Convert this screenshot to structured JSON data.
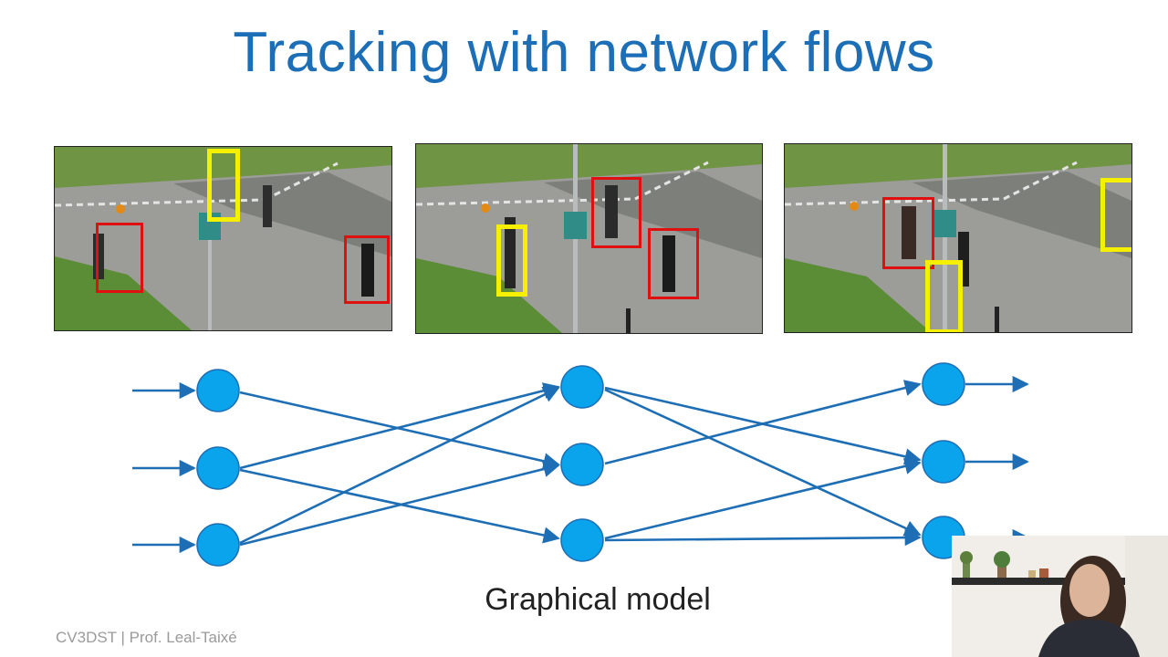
{
  "slide": {
    "title": "Tracking with network flows",
    "caption": "Graphical model",
    "footer": "CV3DST | Prof. Leal-Taixé"
  },
  "frames": [
    {
      "red_boxes": 2,
      "yellow_boxes": 1
    },
    {
      "red_boxes": 2,
      "yellow_boxes": 1
    },
    {
      "red_boxes": 1,
      "yellow_boxes": 2
    }
  ],
  "graph": {
    "columns": 3,
    "nodes_per_column": 3,
    "node_color": "#09a4ec",
    "edge_color": "#1d6eb5"
  },
  "colors": {
    "title": "#1c6fb7",
    "red_box": "#e01010",
    "yellow_box": "#f5f000"
  }
}
